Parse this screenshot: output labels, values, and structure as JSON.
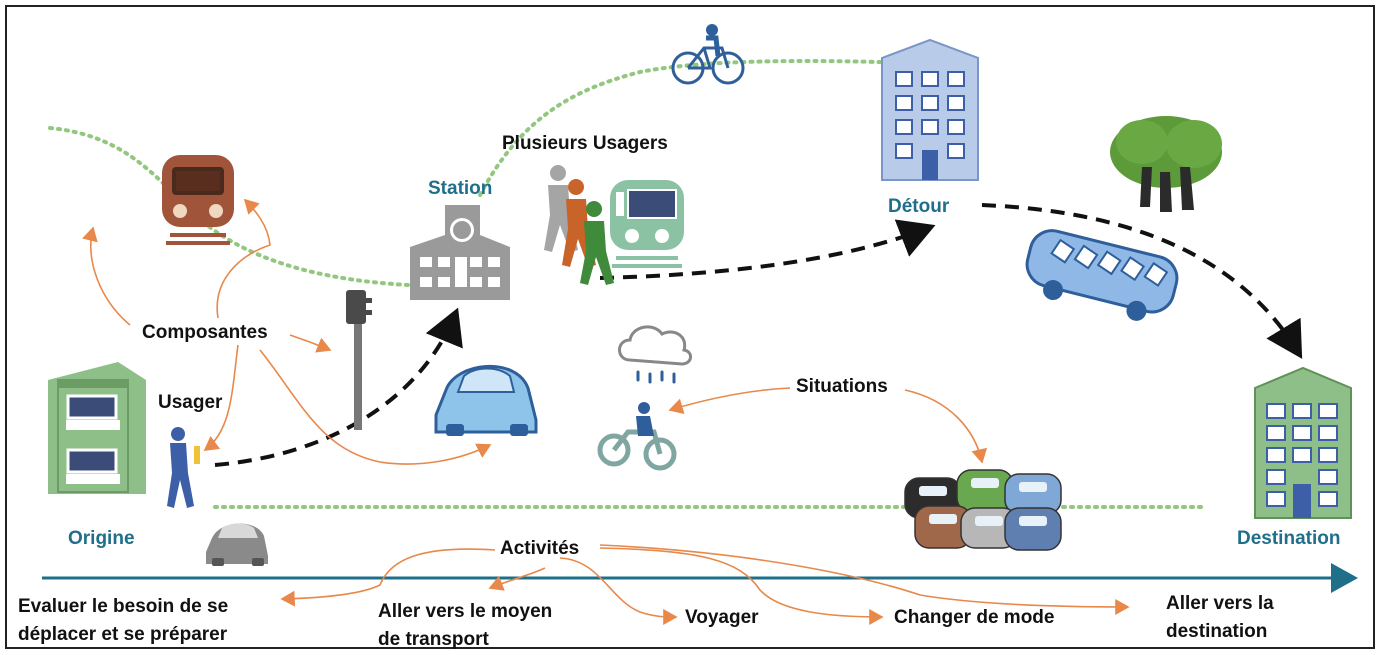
{
  "places": {
    "origin": "Origine",
    "station": "Station",
    "detour": "Détour",
    "destination": "Destination"
  },
  "concepts": {
    "components": "Composantes",
    "user": "Usager",
    "several_users": "Plusieurs Usagers",
    "situations": "Situations",
    "activities": "Activités"
  },
  "activities": {
    "a1_line1": "Evaluer le besoin de se",
    "a1_line2": "déplacer et se préparer",
    "a2_line1": "Aller vers le moyen",
    "a2_line2": "de transport",
    "a3": "Voyager",
    "a4": "Changer de mode",
    "a5_line1": "Aller vers la",
    "a5_line2": "destination"
  },
  "colors": {
    "place_label": "#1f6f8b",
    "arrow_orange": "#e8884a",
    "dotted_green": "#93c77f",
    "timeline": "#1f6f8b",
    "journey_dash": "#111111"
  },
  "icons": [
    "building-icon",
    "walking-person-icon",
    "train-icon",
    "traffic-light-icon",
    "station-building-icon",
    "group-walking-icon",
    "bicycle-icon",
    "office-building-icon",
    "trees-icon",
    "bus-icon",
    "car-icon",
    "rain-cloud-icon",
    "motorbike-icon",
    "traffic-jam-icon",
    "small-car-icon",
    "destination-building-icon"
  ]
}
